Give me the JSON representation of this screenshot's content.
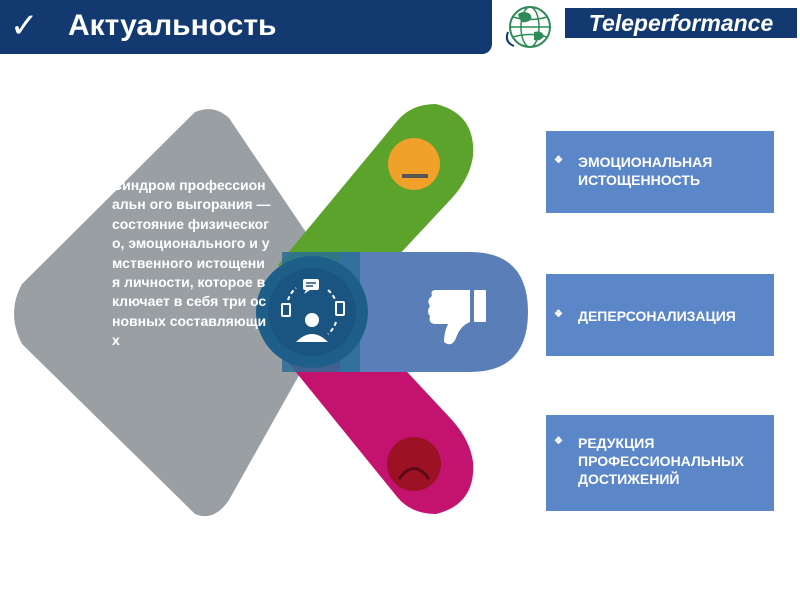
{
  "header": {
    "check_glyph": "✓",
    "title": "Актуальность"
  },
  "brand": {
    "logo_icon": "globe-icon",
    "name": "Teleperformance"
  },
  "diagram": {
    "description": "Синдром профессиональн ого выгорания — состояние физического, эмоционального и умственного истощения личности, которое включает в себя три основных составляющих",
    "center_icon": "person-network-icon",
    "petals": [
      {
        "name": "green-petal",
        "icon": "neutral-face-icon",
        "color": "#5ba32b"
      },
      {
        "name": "blue-petal",
        "icon": "thumbs-down-icon",
        "color": "#5a7fb8"
      },
      {
        "name": "magenta-petal",
        "icon": "sad-face-icon",
        "color": "#c4136e"
      }
    ],
    "diamond_color": "#9a9fa3",
    "center_color": "#1e5f8a"
  },
  "components": [
    {
      "bullet": "❖",
      "label": "ЭМОЦИОНАЛЬНАЯ ИСТОЩЕННОСТЬ"
    },
    {
      "bullet": "❖",
      "label": "ДЕПЕРСОНАЛИЗАЦИЯ"
    },
    {
      "bullet": "❖",
      "label": "РЕДУКЦИЯ ПРОФЕССИОНАЛЬНЫХ ДОСТИЖЕНИЙ"
    }
  ]
}
